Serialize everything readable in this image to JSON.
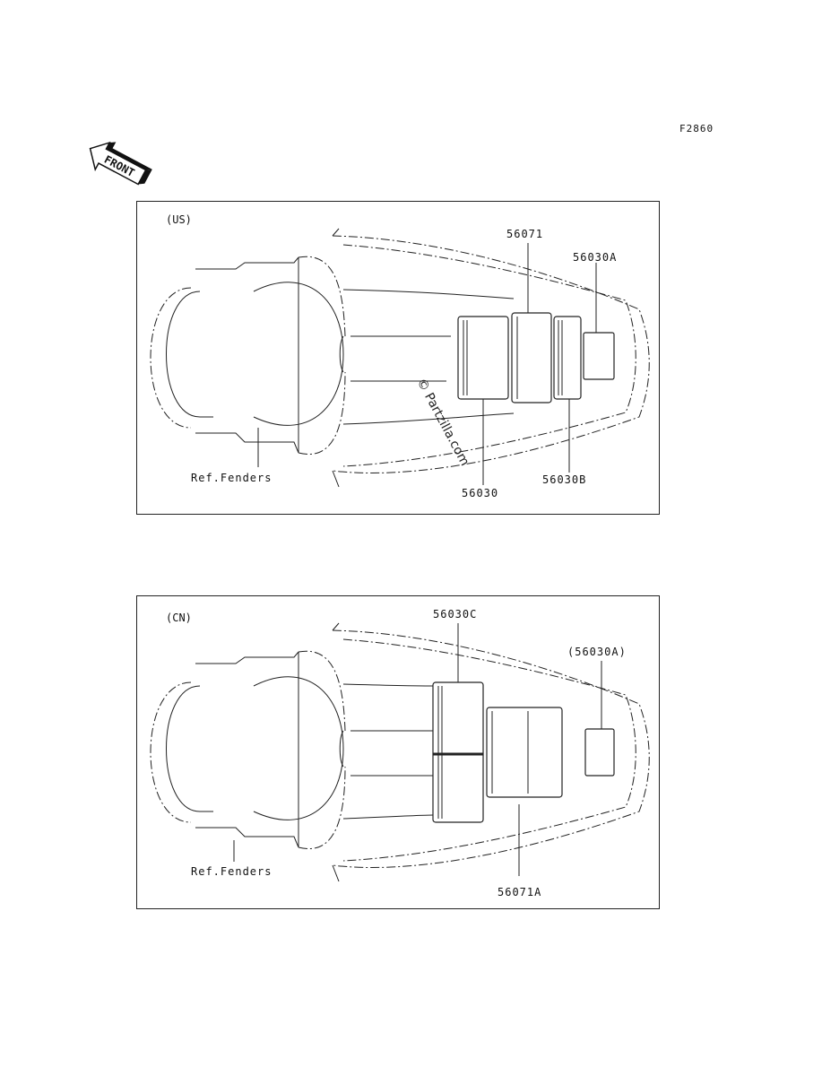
{
  "figure_code": "F2860",
  "front_label": "FRONT",
  "us_panel": {
    "region": "(US)",
    "parts": {
      "p56071": "56071",
      "p56030A": "56030A",
      "p56030": "56030",
      "p56030B": "56030B"
    },
    "ref_label": "Ref.Fenders",
    "watermark": "© Partzilla.com"
  },
  "cn_panel": {
    "region": "(CN)",
    "parts": {
      "p56030C": "56030C",
      "p56030A_paren": "(56030A)",
      "p56071A": "56071A"
    },
    "ref_label": "Ref.Fenders"
  }
}
